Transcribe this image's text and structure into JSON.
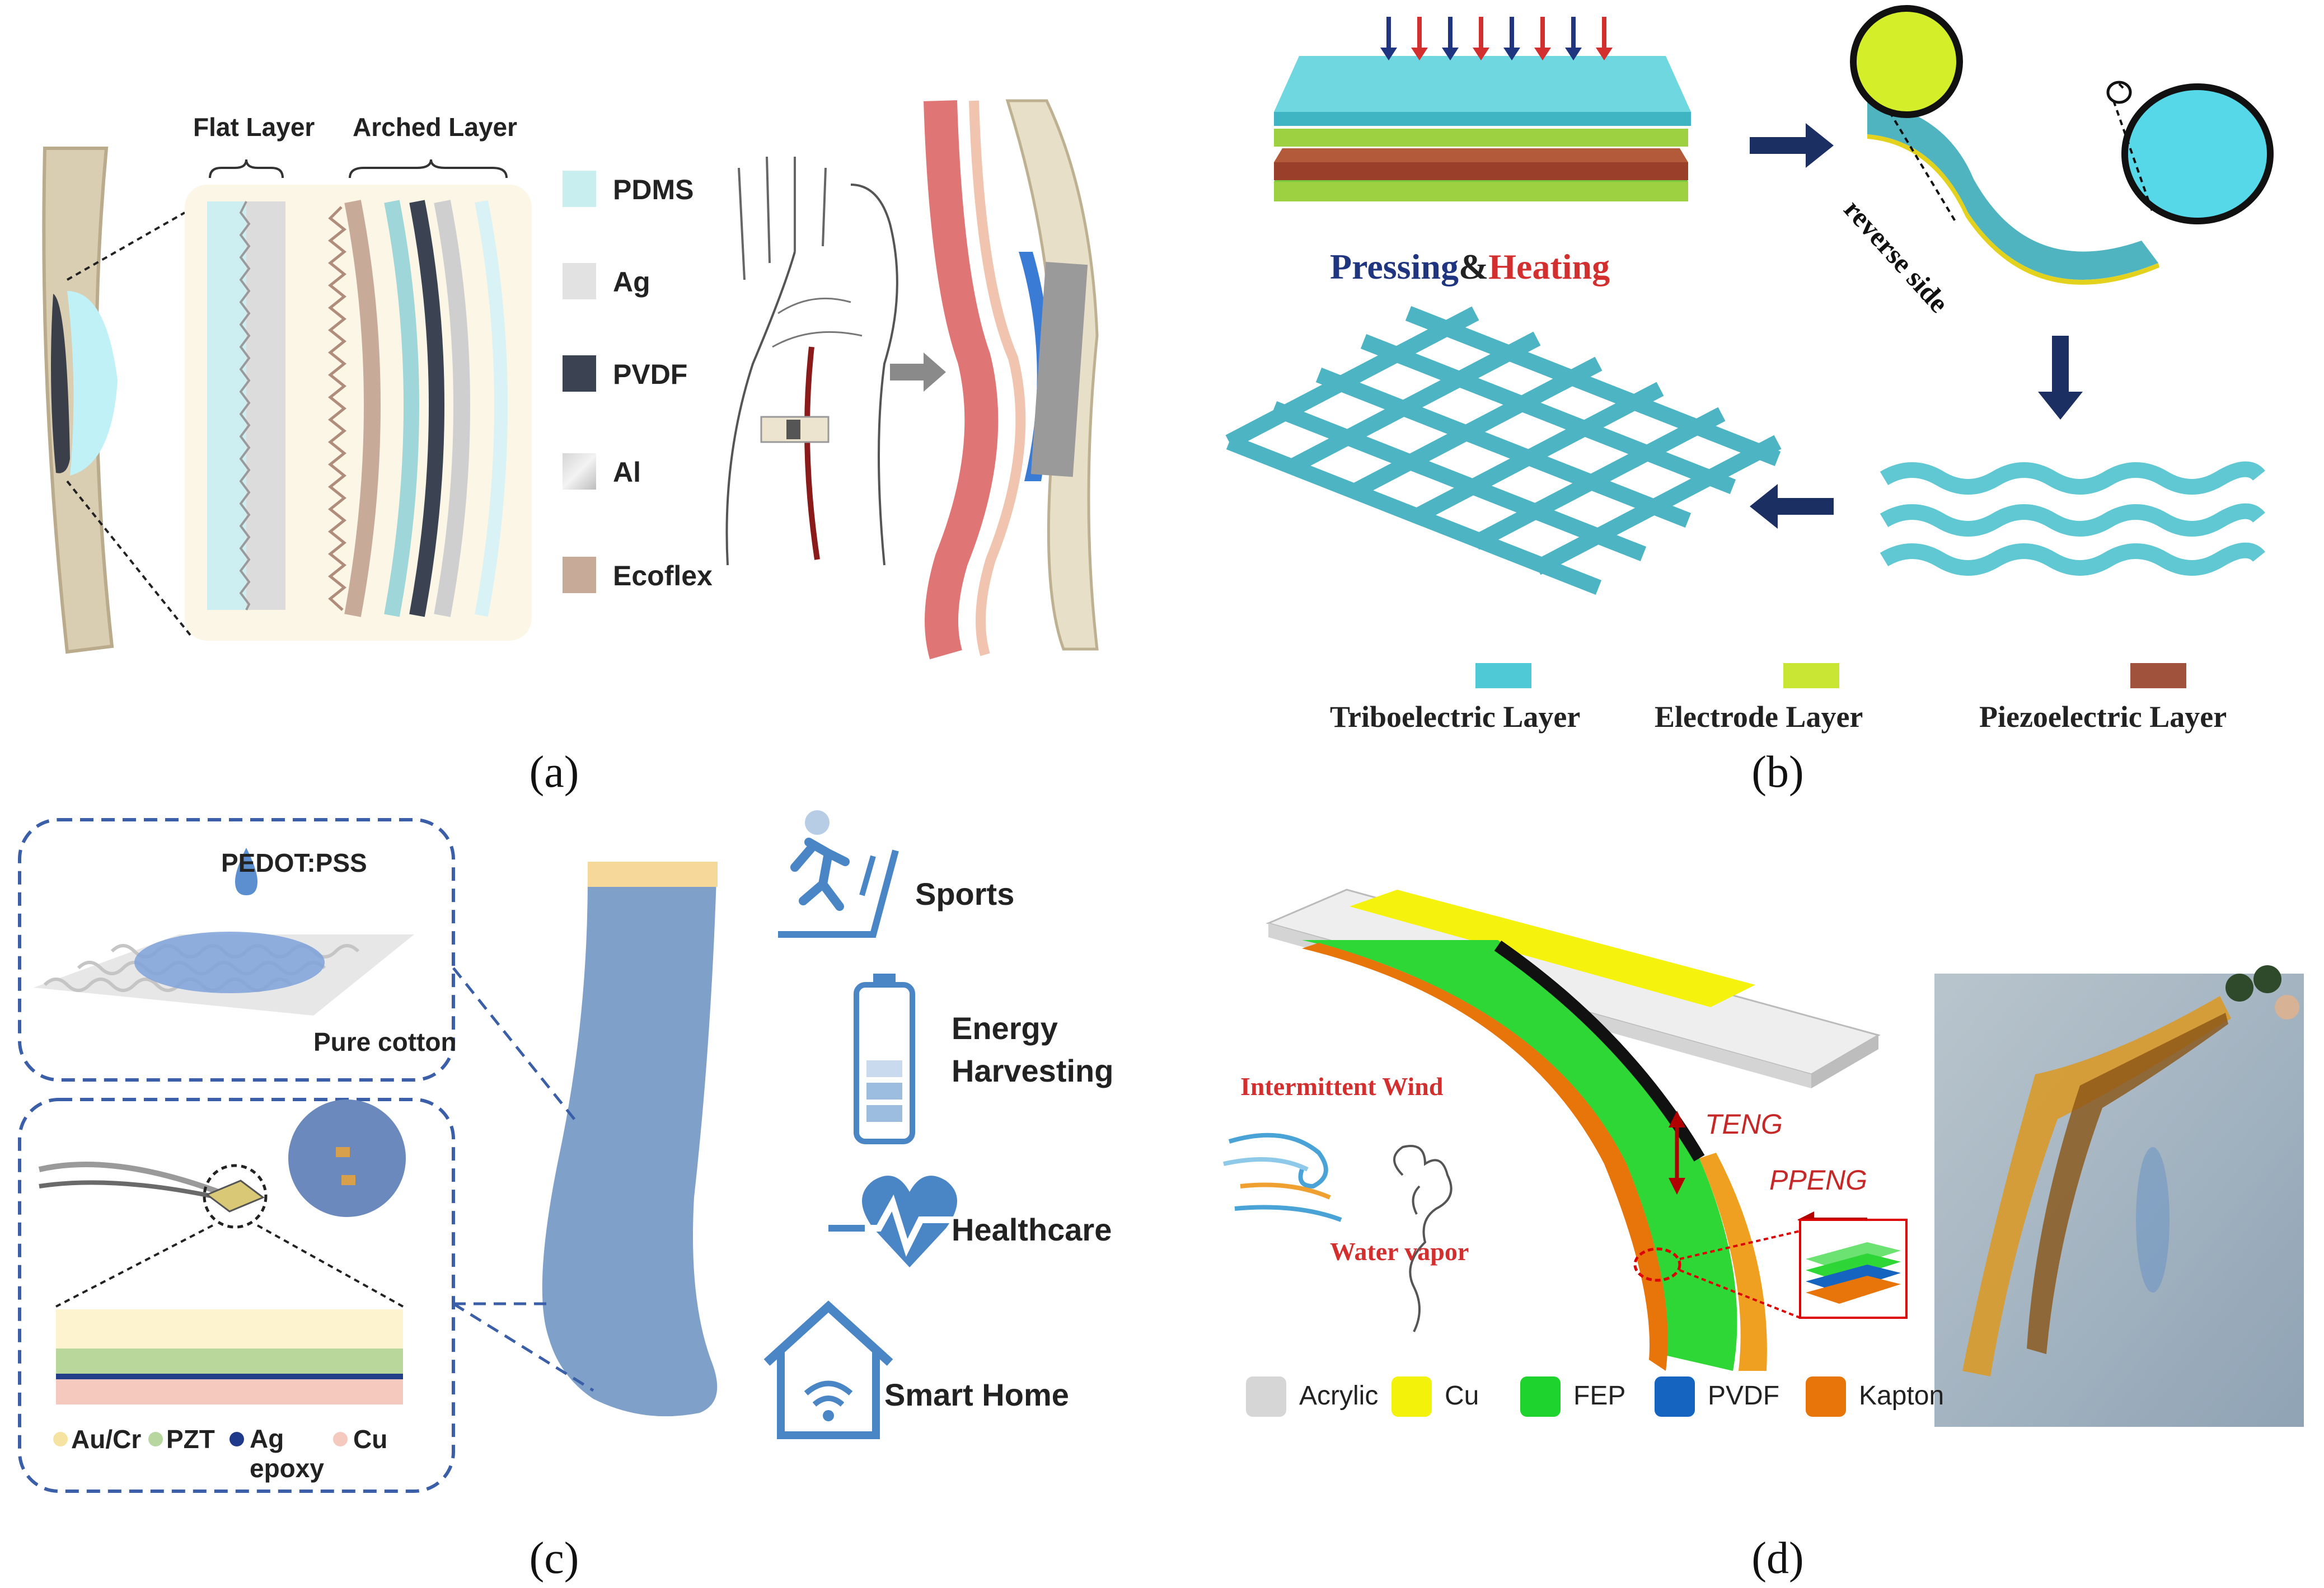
{
  "captions": {
    "a": "(a)",
    "b": "(b)",
    "c": "(c)",
    "d": "(d)"
  },
  "panel_a": {
    "flat_layer": "Flat Layer",
    "arched_layer": "Arched Layer",
    "legend": [
      {
        "label": "PDMS",
        "color": "#c9eef0"
      },
      {
        "label": "Ag",
        "color": "#e2e2e2"
      },
      {
        "label": "PVDF",
        "color": "#3b4252"
      },
      {
        "label": "Al",
        "color": "#cfcfcf"
      },
      {
        "label": "Ecoflex",
        "color": "#c8aa99"
      }
    ]
  },
  "panel_b": {
    "pressing": "Pressing",
    "amp": "&",
    "heating": "Heating",
    "reverse_side": "reverse side",
    "legend": [
      {
        "label": "Triboelectric Layer",
        "color": "#4fc9d6"
      },
      {
        "label": "Electrode Layer",
        "color": "#c9e635"
      },
      {
        "label": "Piezoelectric Layer",
        "color": "#a0523c"
      }
    ]
  },
  "panel_c": {
    "pedot": "PEDOT:PSS",
    "pure_cotton": "Pure cotton",
    "legend": [
      {
        "label": "Au/Cr",
        "color": "#f7e3a1"
      },
      {
        "label": "PZT",
        "color": "#b8d6a0"
      },
      {
        "label": "Ag\nepoxy",
        "color": "#1f3a8a"
      },
      {
        "label": "Cu",
        "color": "#f6c9bf"
      }
    ],
    "applications": [
      {
        "label": "Sports",
        "icon": "running-icon"
      },
      {
        "label": "Energy\nHarvesting",
        "icon": "battery-icon"
      },
      {
        "label": "Healthcare",
        "icon": "heart-pulse-icon"
      },
      {
        "label": "Smart Home",
        "icon": "smart-home-icon"
      }
    ]
  },
  "panel_d": {
    "intermittent_wind": "Intermittent Wind",
    "water_vapor": "Water vapor",
    "teng": "TENG",
    "ppeng": "PPENG",
    "legend": [
      {
        "label": "Acrylic",
        "color": "#d6d6d6"
      },
      {
        "label": "Cu",
        "color": "#f2f20a"
      },
      {
        "label": "FEP",
        "color": "#1ed32d"
      },
      {
        "label": "PVDF",
        "color": "#1565c0"
      },
      {
        "label": "Kapton",
        "color": "#e8750a"
      }
    ]
  }
}
